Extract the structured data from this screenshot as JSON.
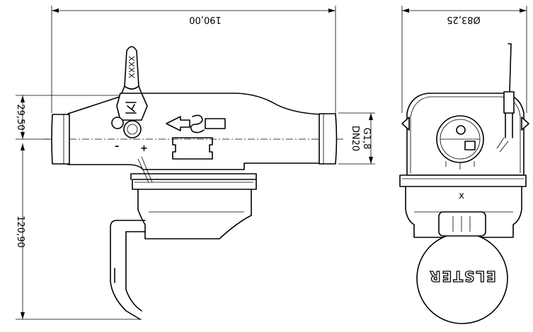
{
  "dimensions": {
    "overall_length": "190,00",
    "diameter": "Ø83,25",
    "upper_height": "29,50",
    "lower_height": "120,90",
    "thread": "G1,8",
    "nominal_size": "DN20"
  },
  "markings": {
    "brand": "ELSTER",
    "minus_sign": "–",
    "plus_sign": "+",
    "reference_mark": "x"
  }
}
